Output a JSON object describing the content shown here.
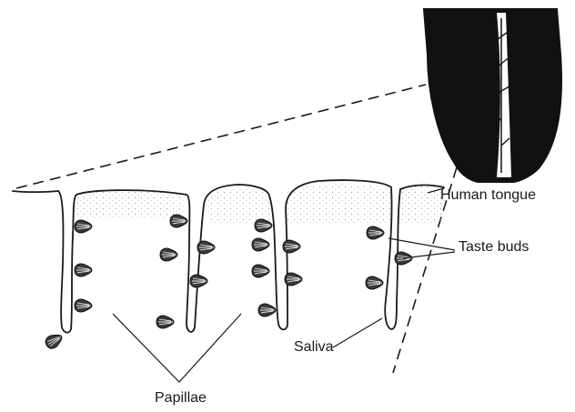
{
  "labels": {
    "human_tongue": "Human tongue",
    "taste_buds": "Taste buds",
    "saliva": "Saliva",
    "papillae": "Papillae"
  },
  "colors": {
    "ink": "#1a1a1a",
    "paper": "#ffffff",
    "stipple": "#9a9a9a"
  }
}
